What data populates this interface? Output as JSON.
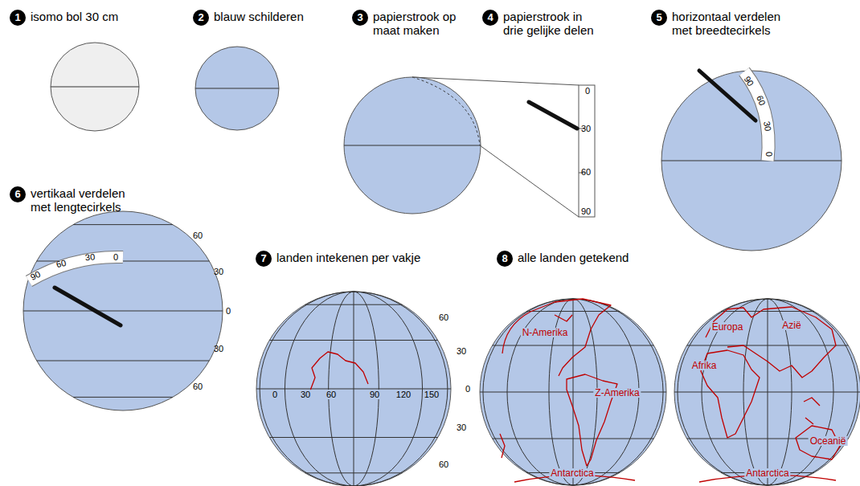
{
  "diagram": {
    "nodes": [
      {
        "text": [
          "1",
          "isomo bol 30 cm"
        ]
      },
      {
        "text": [
          "2",
          "blauw schilderen"
        ]
      },
      {
        "text": [
          "3",
          "papierstrook op maat maken"
        ]
      },
      {
        "text": [
          "4",
          "papierstrook in drie gelijke delen"
        ]
      },
      {
        "text": [
          "5",
          "horizontaal verdelen met breedtecirkels"
        ]
      },
      {
        "text": [
          "6",
          "vertikaal verdelen met lengtecirkels"
        ]
      },
      {
        "text": [
          "7",
          "landen intekenen per vakje"
        ]
      },
      {
        "text": [
          "8",
          "alle landen getekend"
        ]
      }
    ],
    "labels": [
      "0",
      "30",
      "60",
      "90",
      "90",
      "60",
      "30",
      "0",
      "60",
      "30",
      "0",
      "30",
      "60",
      "0",
      "30",
      "60",
      "90",
      "0",
      "30",
      "60",
      "90",
      "120",
      "150",
      "60",
      "30",
      "0",
      "30",
      "60",
      "N-Amerika",
      "Z-Amerika",
      "Antarctica",
      "Europa",
      "Azië",
      "Afrika",
      "Oceanië",
      "Antarctica"
    ]
  }
}
